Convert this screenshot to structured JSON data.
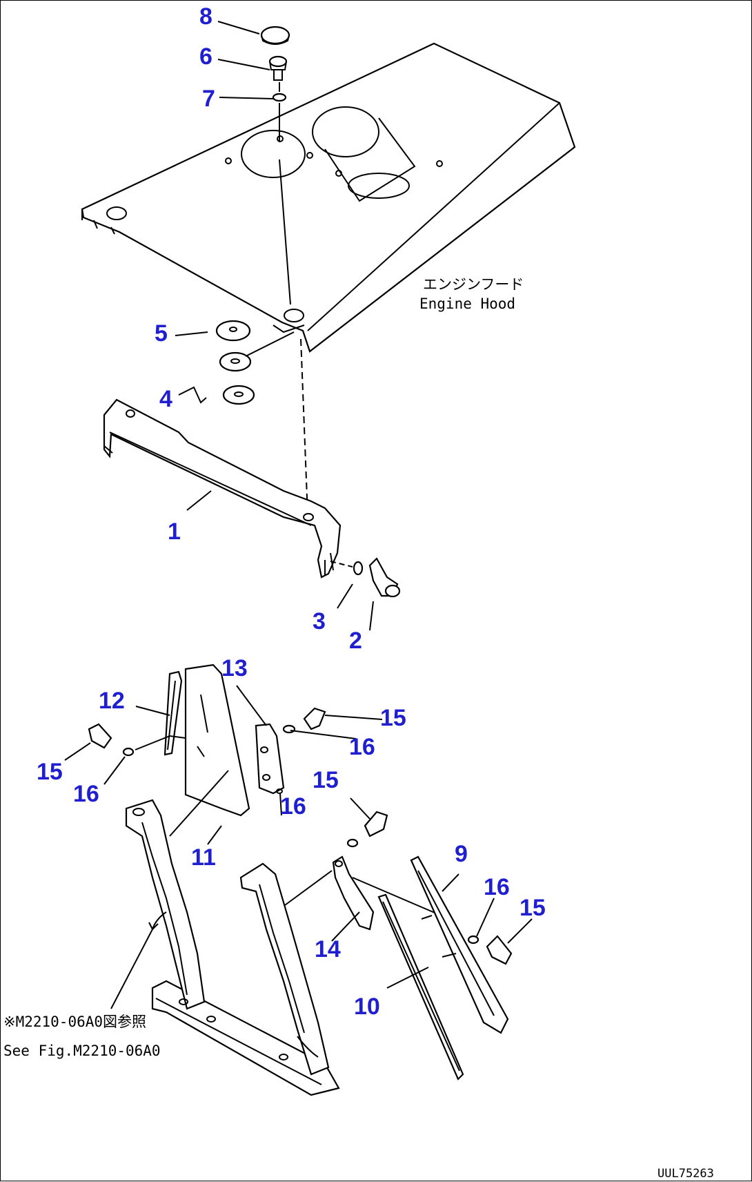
{
  "diagram": {
    "labels": [
      "8",
      "6",
      "7",
      "5",
      "4",
      "1",
      "3",
      "2",
      "13",
      "12",
      "15",
      "16",
      "15",
      "16",
      "15",
      "16",
      "11",
      "9",
      "16",
      "15",
      "14",
      "10"
    ],
    "engine_hood_jp": "エンジンフード",
    "engine_hood_en": "Engine Hood",
    "ref_jp": "※M2210-06A0図参照",
    "ref_en": "See Fig.M2210-06A0",
    "code": "UUL75263"
  }
}
